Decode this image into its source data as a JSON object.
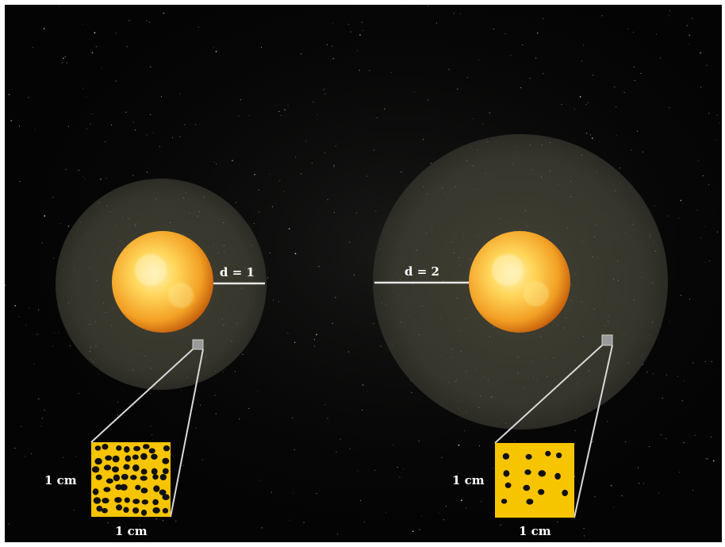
{
  "left_panel": {
    "distance_label": "d = 1",
    "side_label": "1 cm",
    "bottom_label": "1 cm",
    "dot_count": 56
  },
  "right_panel": {
    "distance_label": "d = 2",
    "side_label": "1 cm",
    "bottom_label": "1 cm",
    "dot_count": 14
  },
  "colors": {
    "background": "#040404",
    "sphere_fill": "#3b3a30",
    "star_core": "#ffe07a",
    "star_edge": "#e07a10",
    "patch_fill": "#f7c400",
    "patch_dot": "#111111",
    "line": "#e6e6e6"
  },
  "icons": {
    "star": "sun-icon",
    "patch": "flux-patch-icon"
  }
}
